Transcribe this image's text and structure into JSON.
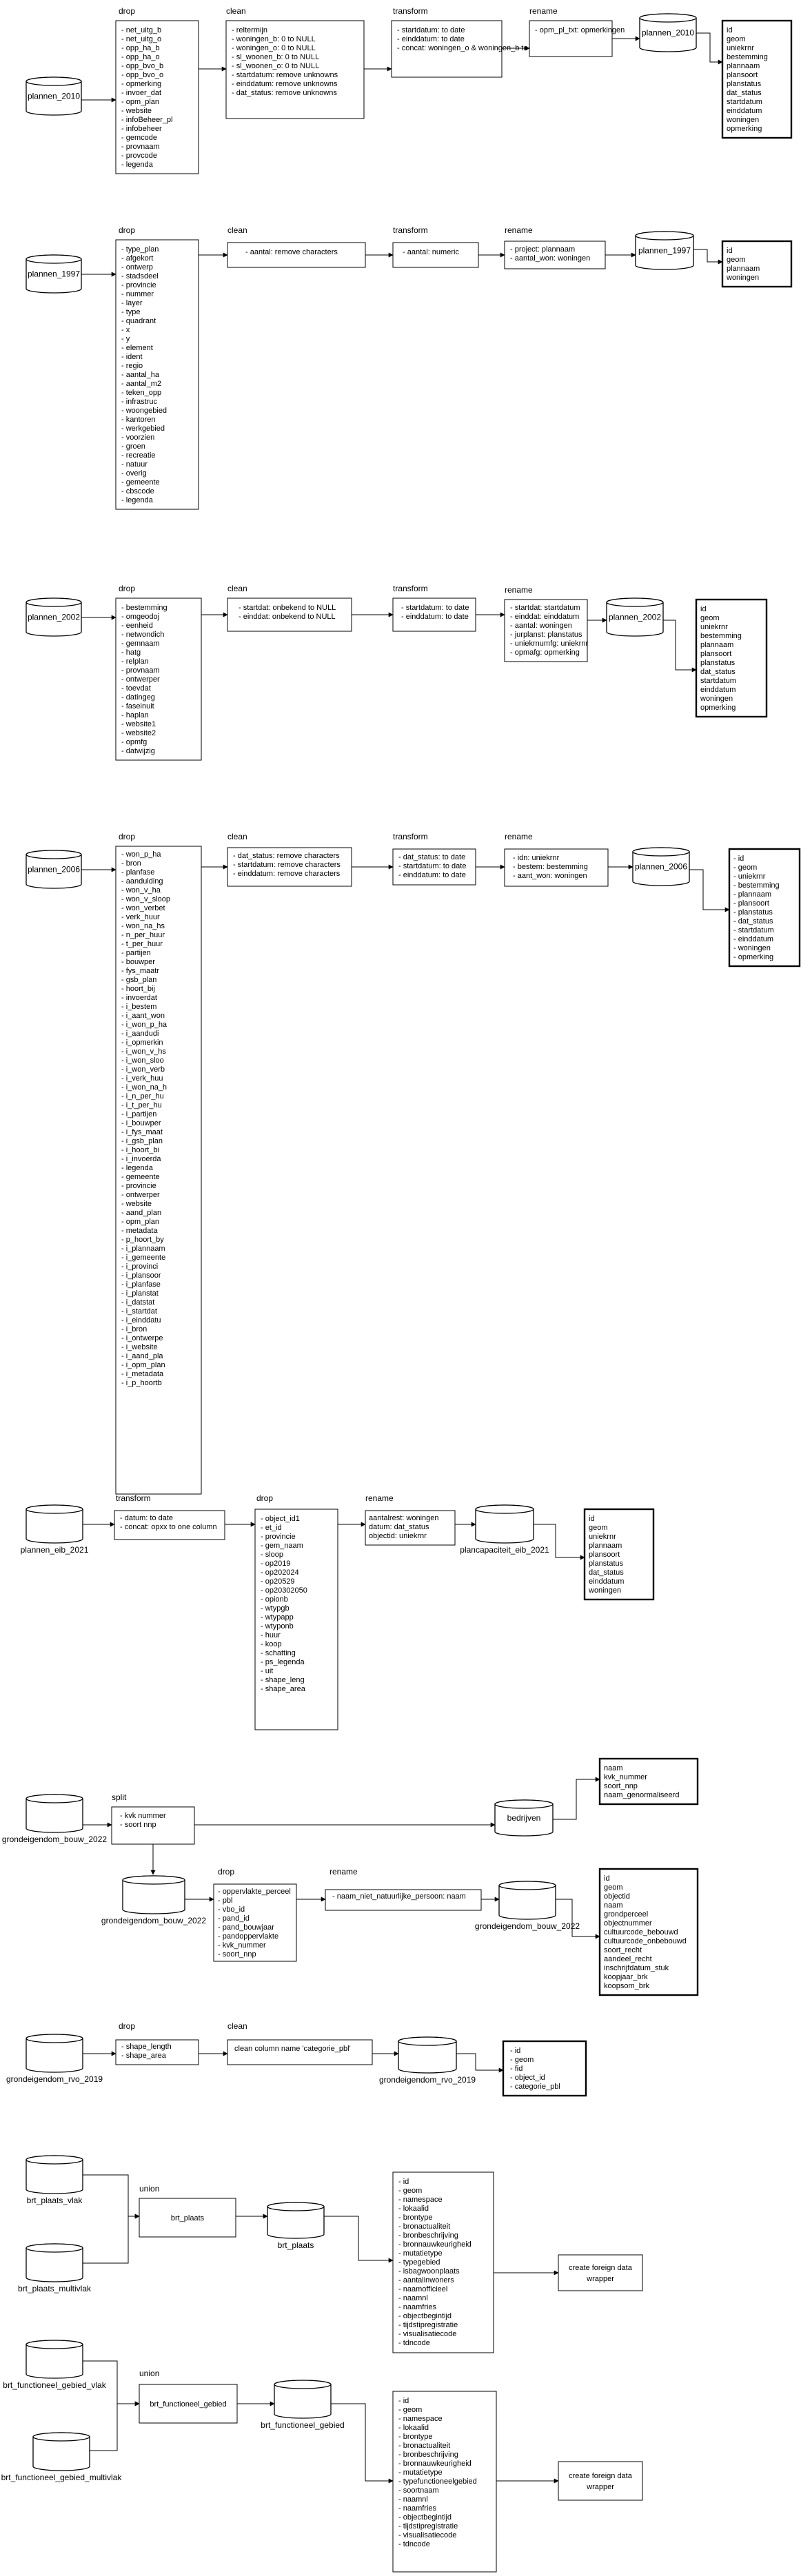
{
  "flows": [
    {
      "id": "plannen_2010",
      "sources": [
        "plannen_2010"
      ],
      "steps": [
        {
          "label": "drop",
          "items": [
            "net_uitg_b",
            "net_uitg_o",
            "opp_ha_b",
            "opp_ha_o",
            "opp_bvo_b",
            "opp_bvo_o",
            "opmerking",
            "invoer_dat",
            "opm_plan",
            "website",
            "infoBeheer_pl",
            "infobeheer",
            "gemcode",
            "provnaam",
            "provcode",
            "legenda"
          ]
        },
        {
          "label": "clean",
          "items": [
            "reltermijn",
            "woningen_b: 0 to NULL",
            "woningen_o: 0 to NULL",
            "sl_woonen_b: 0 to NULL",
            "sl_woonen_o: 0 to NULL",
            "startdatum: remove unknowns",
            "einddatum: remove unknowns",
            "dat_status: remove unknowns"
          ]
        },
        {
          "label": "transform",
          "items": [
            "startdatum: to date",
            "einddatum: to date",
            "concat: woningen_o & woningen_b to woningen"
          ]
        },
        {
          "label": "rename",
          "items": [
            "opm_pl_txt: opmerkingen"
          ]
        }
      ],
      "target": "plannen_2010",
      "columns": [
        "id",
        "geom",
        "uniekrnr",
        "bestemming",
        "plannaam",
        "plansoort",
        "planstatus",
        "dat_status",
        "startdatum",
        "einddatum",
        "woningen",
        "opmerking"
      ]
    },
    {
      "id": "plannen_1997",
      "sources": [
        "plannen_1997"
      ],
      "steps": [
        {
          "label": "drop",
          "items": [
            "type_plan",
            "afgekort",
            "ontwerp",
            "stadsdeel",
            "provincie",
            "nummer",
            "layer",
            "type",
            "quadrant",
            "x",
            "y",
            "element",
            "ident",
            "regio",
            "aantal_ha",
            "aantal_m2",
            "teken_opp",
            "infrastruc",
            "woongebied",
            "kantoren",
            "werkgebied",
            "voorzien",
            "groen",
            "recreatie",
            "natuur",
            "overig",
            "gemeente",
            "cbscode",
            "legenda"
          ]
        },
        {
          "label": "clean",
          "items": [
            "aantal: remove characters"
          ]
        },
        {
          "label": "transform",
          "items": [
            "aantal: numeric"
          ]
        },
        {
          "label": "rename",
          "items": [
            "project: plannaam",
            "aantal_won: woningen"
          ]
        }
      ],
      "target": "plannen_1997",
      "columns": [
        "id",
        "geom",
        "plannaam",
        "woningen"
      ]
    },
    {
      "id": "plannen_2002",
      "sources": [
        "plannen_2002"
      ],
      "steps": [
        {
          "label": "drop",
          "items": [
            "bestemming",
            "omgeodoj",
            "eenheid",
            "netwondich",
            "gemnaam",
            "hatg",
            "relplan",
            "provnaam",
            "ontwerper",
            "toevdat",
            "datingeg",
            "faseinuit",
            "haplan",
            "website1",
            "website2",
            "opmfg",
            "datwijzig"
          ]
        },
        {
          "label": "clean",
          "items": [
            "startdat: onbekend to NULL",
            "einddat: onbekend to NULL"
          ]
        },
        {
          "label": "transform",
          "items": [
            "startdatum: to date",
            "einddatum: to date"
          ]
        },
        {
          "label": "rename",
          "items": [
            "startdat: startdatum",
            "einddat: einddatum",
            "aantal: woningen",
            "jurplanst: planstatus",
            "uniekrnumfg: uniekrnr",
            "opmafg: opmerking"
          ]
        }
      ],
      "target": "plannen_2002",
      "columns": [
        "id",
        "geom",
        "uniekrnr",
        "bestemming",
        "plannaam",
        "plansoort",
        "planstatus",
        "dat_status",
        "startdatum",
        "einddatum",
        "woningen",
        "opmerking"
      ]
    },
    {
      "id": "plannen_2006",
      "sources": [
        "plannen_2006"
      ],
      "steps": [
        {
          "label": "drop",
          "items": [
            "won_p_ha",
            "bron",
            "planfase",
            "aandulding",
            "won_v_ha",
            "won_v_sloop",
            "won_verbet",
            "verk_huur",
            "won_na_hs",
            "n_per_huur",
            "t_per_huur",
            "partijen",
            "bouwper",
            "fys_maatr",
            "gsb_plan",
            "hoort_bij",
            "invoerdat",
            "i_bestem",
            "i_aant_won",
            "i_won_p_ha",
            "i_aandudi",
            "i_opmerkin",
            "i_won_v_hs",
            "i_won_sloo",
            "i_won_verb",
            "i_verk_huu",
            "i_won_na_h",
            "i_n_per_hu",
            "i_t_per_hu",
            "i_partijen",
            "i_bouwper",
            "i_fys_maat",
            "i_gsb_plan",
            "i_hoort_bi",
            "i_invoerda",
            "legenda",
            "gemeente",
            "provincie",
            "ontwerper",
            "website",
            "aand_plan",
            "opm_plan",
            "metadata",
            "p_hoort_by",
            "i_plannaam",
            "i_gemeente",
            "i_provinci",
            "i_plansoor",
            "i_planfase",
            "i_planstat",
            "i_datstat",
            "i_startdat",
            "i_einddatu",
            "i_bron",
            "i_ontwerpe",
            "i_website",
            "i_aand_pla",
            "i_opm_plan",
            "i_metadata",
            "i_p_hoortb"
          ]
        },
        {
          "label": "clean",
          "items": [
            "dat_status: remove characters",
            "startdatum: remove characters",
            "einddatum: remove characters"
          ]
        },
        {
          "label": "transform",
          "items": [
            "dat_status: to date",
            "startdatum: to date",
            "einddatum: to date"
          ]
        },
        {
          "label": "rename",
          "items": [
            "idn: uniekrnr",
            "bestem: bestemming",
            "aant_won: woningen"
          ]
        }
      ],
      "target": "plannen_2006",
      "columns": [
        "id",
        "geom",
        "uniekrnr",
        "bestemming",
        "plannaam",
        "plansoort",
        "planstatus",
        "dat_status",
        "startdatum",
        "einddatum",
        "woningen",
        "opmerking"
      ]
    },
    {
      "id": "plannen_eib_2021",
      "sources": [
        "plannen_eib_2021"
      ],
      "steps": [
        {
          "label": "transform",
          "items": [
            "datum: to date",
            "concat: opxx to one column"
          ]
        },
        {
          "label": "drop",
          "items": [
            "object_id1",
            "et_id",
            "provincie",
            "gem_naam",
            "sloop",
            "op2019",
            "op202024",
            "op20529",
            "op20302050",
            "opionb",
            "wtypgb",
            "wtypapp",
            "wtyponb",
            "huur",
            "koop",
            "schatting",
            "ps_legenda",
            "uit",
            "shape_leng",
            "shape_area"
          ]
        },
        {
          "label": "rename",
          "items": [
            "aantalrest: woningen",
            "datum: dat_status",
            "objectid: uniekrnr"
          ]
        }
      ],
      "target": "plancapaciteit_eib_2021",
      "columns": [
        "id",
        "geom",
        "uniekrnr",
        "plannaam",
        "plansoort",
        "planstatus",
        "dat_status",
        "einddatum",
        "woningen"
      ]
    },
    {
      "id": "grondeigendom_bouw_2022",
      "sources": [
        "grondeigendom_bouw_2022"
      ],
      "split": {
        "label": "split",
        "items": [
          "kvk nummer",
          "soort nnp"
        ]
      },
      "split_target": "bedrijven",
      "split_columns": [
        "naam",
        "kvk_nummer",
        "soort_nnp",
        "naam_genormaliseerd"
      ],
      "mid": "grondeigendom_bouw_2022",
      "steps": [
        {
          "label": "drop",
          "items": [
            "oppervlakte_perceel",
            "pbl",
            "vbo_id",
            "pand_id",
            "pand_bouwjaar",
            "pandoppervlakte",
            "kvk_nummer",
            "soort_nnp"
          ]
        },
        {
          "label": "rename",
          "items": [
            "naam_niet_natuurlijke_persoon: naam"
          ]
        }
      ],
      "target": "grondeigendom_bouw_2022",
      "columns": [
        "id",
        "geom",
        "objectid",
        "naam",
        "grondperceel",
        "objectnummer",
        "cultuurcode_bebouwd",
        "cultuurcode_onbebouwd",
        "soort_recht",
        "aandeel_recht",
        "inschrijfdatum_stuk",
        "koopjaar_brk",
        "koopsom_brk"
      ]
    },
    {
      "id": "grondeigendom_rvo_2019",
      "sources": [
        "grondeigendom_rvo_2019"
      ],
      "steps": [
        {
          "label": "drop",
          "items": [
            "shape_length",
            "shape_area"
          ]
        },
        {
          "label": "clean",
          "items": [
            "clean column name 'categorie_pbl'"
          ]
        }
      ],
      "target": "grondeigendom_rvo_2019",
      "columns": [
        "id",
        "geom",
        "fid",
        "object_id",
        "categorie_pbl"
      ]
    },
    {
      "id": "brt_plaats",
      "sources": [
        "brt_plaats_vlak",
        "brt_plaats_multivlak"
      ],
      "union_label": "union",
      "union_name": "brt_plaats",
      "target": "brt_plaats",
      "columns": [
        "id",
        "geom",
        "namespace",
        "lokaalid",
        "brontype",
        "bronactualiteit",
        "bronbeschrijving",
        "bronnauwkeurigheid",
        "mutatietype",
        "typegebied",
        "isbagwoonplaats",
        "aantalinwoners",
        "naamofficieel",
        "naamnl",
        "naamfries",
        "objectbegintijd",
        "tijdstipregistratie",
        "visualisatiecode",
        "tdncode"
      ],
      "action": "create foreign data wrapper"
    },
    {
      "id": "brt_functioneel_gebied",
      "sources": [
        "brt_functioneel_gebied_vlak",
        "brt_functioneel_gebied_multivlak"
      ],
      "union_label": "union",
      "union_name": "brt_functioneel_gebied",
      "target": "brt_functioneel_gebied",
      "columns": [
        "id",
        "geom",
        "namespace",
        "lokaalid",
        "brontype",
        "bronactualiteit",
        "bronbeschrijving",
        "bronnauwkeurigheid",
        "mutatietype",
        "typefunctioneelgebied",
        "soortnaam",
        "naamnl",
        "naamfries",
        "objectbegintijd",
        "tijdstipregistratie",
        "visualisatiecode",
        "tdncode"
      ],
      "action": "create foreign data wrapper"
    }
  ]
}
